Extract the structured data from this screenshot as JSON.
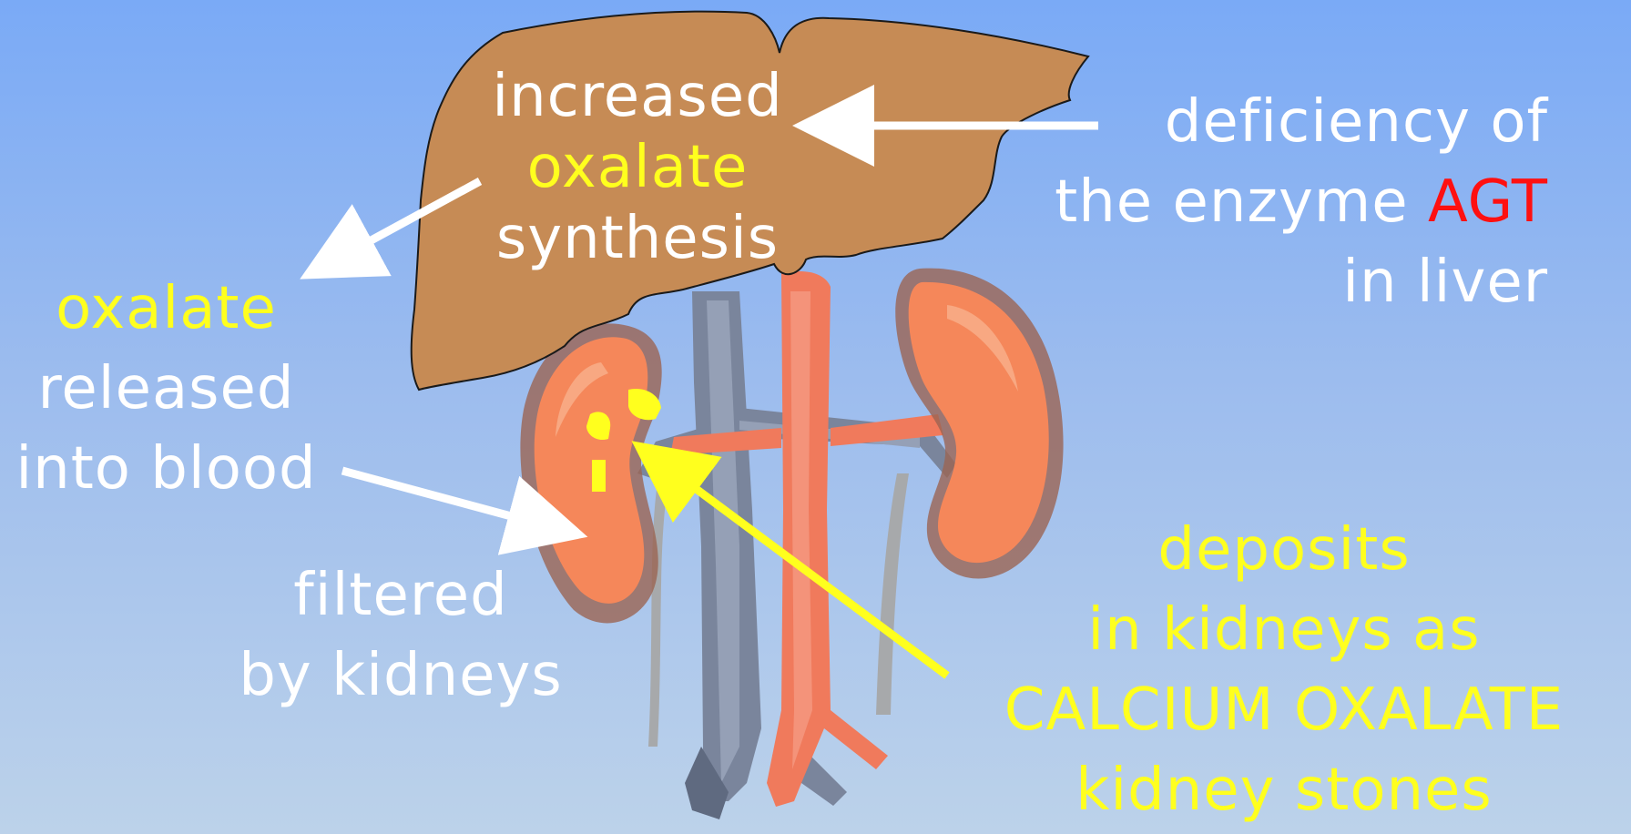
{
  "colors": {
    "background_top": "#7aaaf6",
    "background_bottom": "#bcd2ea",
    "liver": "#c68b55",
    "kidney": "#f5875a",
    "aorta": "#f07a5c",
    "vena_cava": "#7a859c",
    "stones": "#ffff1e",
    "text_white": "#ffffff",
    "text_yellow": "#ffff1e",
    "text_red": "#ff1010"
  },
  "liver_label": {
    "line1": "increased",
    "line2": "oxalate",
    "line3": "synthesis"
  },
  "enzyme_label": {
    "line1": "deficiency of",
    "line2_prefix": "the enzyme ",
    "line2_highlight": "AGT",
    "line3": "in liver"
  },
  "blood_label": {
    "line1": "oxalate",
    "line2": "released",
    "line3": "into blood"
  },
  "filter_label": {
    "line1": "filtered",
    "line2": "by kidneys"
  },
  "deposit_label": {
    "line1": "deposits",
    "line2": "in kidneys as",
    "line3": "CALCIUM OXALATE",
    "line4": "kidney stones"
  }
}
